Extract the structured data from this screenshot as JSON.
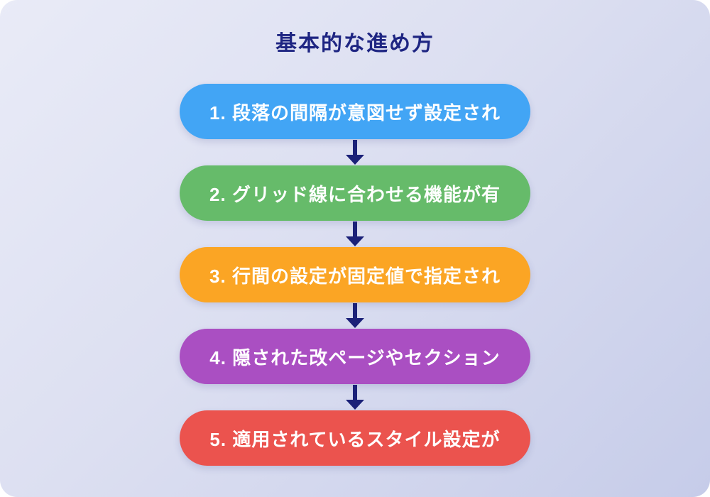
{
  "title": "基本的な進め方",
  "colors": {
    "title_navy": "#1e2582",
    "arrow_navy": "#1b2178",
    "background_gradient_start": "#e9ebf7",
    "background_gradient_end": "#c6cce9",
    "step_text": "#ffffff"
  },
  "steps": [
    {
      "label": "1. 段落の間隔が意図せず設定され",
      "color": "#42a5f5"
    },
    {
      "label": "2. グリッド線に合わせる機能が有",
      "color": "#66bb6a"
    },
    {
      "label": "3. 行間の設定が固定値で指定され",
      "color": "#fba524"
    },
    {
      "label": "4. 隠された改ページやセクション",
      "color": "#aa4fc2"
    },
    {
      "label": "5. 適用されているスタイル設定が",
      "color": "#eb534e"
    }
  ],
  "arrow_icon": "down-arrow"
}
